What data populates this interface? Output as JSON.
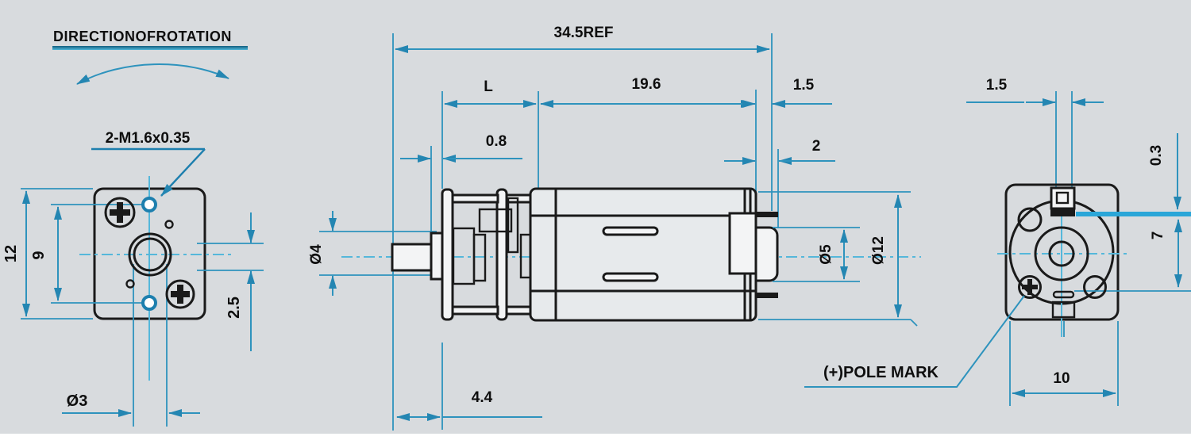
{
  "title": {
    "label": "DIRECTIONOFROTATION"
  },
  "front_view": {
    "thread_callout": "2-M1.6x0.35",
    "dim_height": "12",
    "dim_hole_spacing": "9",
    "dim_offset": "2.5",
    "dim_shaft_boss": "Ø3"
  },
  "side_view": {
    "dim_overall": "34.5REF",
    "dim_gearbox_length": "L",
    "dim_motor_length": "19.6",
    "dim_terminal": "1.5",
    "dim_bearing_boss": "0.8",
    "dim_end_cap": "2",
    "dim_shaft_length": "4.4",
    "dim_shaft_dia": "Ø4",
    "dim_cap_boss_dia": "Ø5",
    "dim_body_dia": "Ø12"
  },
  "rear_view": {
    "dim_terminal_width": "1.5",
    "dim_terminal_thickness": "0.3",
    "dim_height": "7",
    "dim_width": "10",
    "pole_mark_label": "(+)POLE MARK"
  },
  "colors": {
    "background": "#d8dbde",
    "dimension_blue": "#2e93bd",
    "accent_blue": "#1d7fae",
    "centerline_cyan": "#55b7da",
    "outline_black": "#1a1a1a"
  }
}
